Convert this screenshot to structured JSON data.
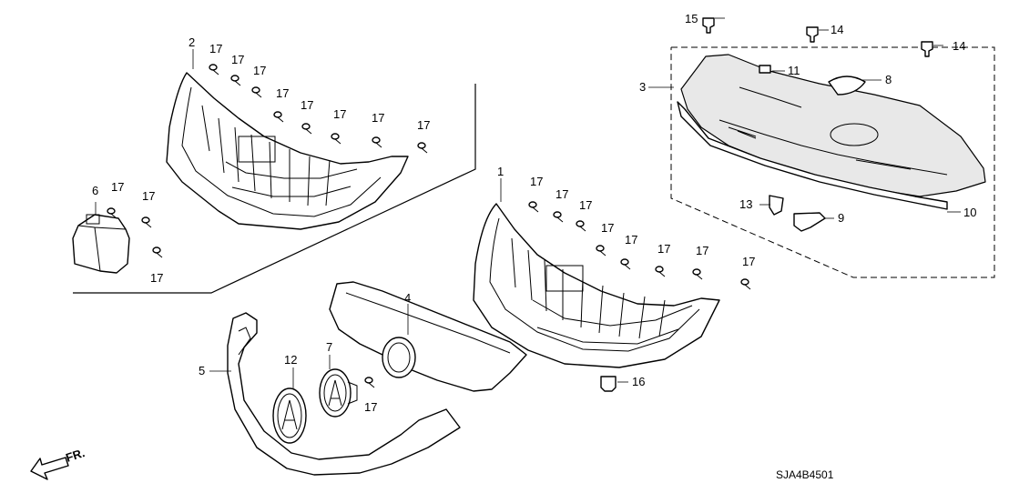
{
  "diagram_code": "SJA4B4501",
  "direction_label": "FR.",
  "callouts": {
    "c1": "1",
    "c2": "2",
    "c3": "3",
    "c4": "4",
    "c5": "5",
    "c6": "6",
    "c7": "7",
    "c8": "8",
    "c9": "9",
    "c10": "10",
    "c11": "11",
    "c12": "12",
    "c13": "13",
    "c14": "14",
    "c15": "15",
    "c16": "16",
    "c17": "17"
  }
}
